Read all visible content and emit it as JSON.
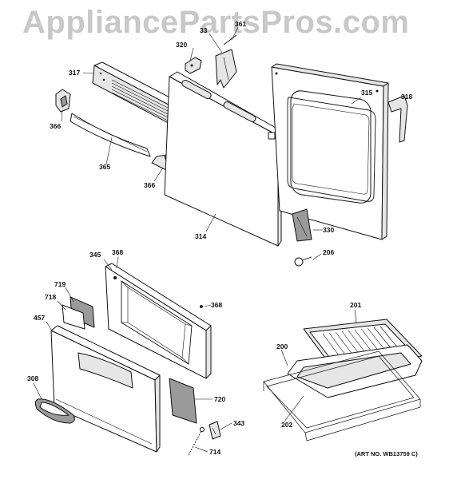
{
  "watermark": "AppliancePartsPros.com",
  "art_number": "(ART NO. WB13759 C)",
  "callouts": {
    "c317": "317",
    "c366a": "366",
    "c365": "365",
    "c366b": "366",
    "c314": "314",
    "c320": "320",
    "c33x": "33",
    "c361": "361",
    "c315": "315",
    "c318": "318",
    "c330": "330",
    "c206": "206",
    "c345": "345",
    "c368a": "368",
    "c368b": "368",
    "c719": "719",
    "c718": "718",
    "c457": "457",
    "c308": "308",
    "c720": "720",
    "c343": "343",
    "c714": "714",
    "c201": "201",
    "c200": "200",
    "c202": "202"
  },
  "colors": {
    "line": "#111111",
    "watermark": "#c8c8c8",
    "shade": "#e6e6e6",
    "dark": "#9a9a9a"
  }
}
